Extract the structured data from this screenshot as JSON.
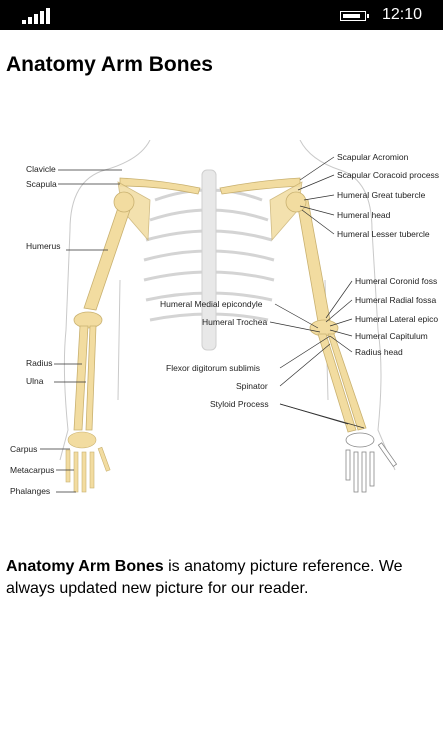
{
  "status_bar": {
    "time": "12:10",
    "signal_icon": "signal-strength-icon",
    "battery_icon": "battery-icon"
  },
  "page": {
    "title": "Anatomy Arm Bones"
  },
  "figure": {
    "labels": {
      "clavicle": "Clavicle",
      "scapula": "Scapula",
      "humerus": "Humerus",
      "radius": "Radius",
      "ulna": "Ulna",
      "carpus": "Carpus",
      "metacarpus": "Metacarpus",
      "phalanges": "Phalanges",
      "scapular_acromion": "Scapular Acromion",
      "scapular_coracoid": "Scapular Coracoid process",
      "humeral_great_tubercle": "Humeral Great tubercle",
      "humeral_head": "Humeral head",
      "humeral_lesser_tubercle": "Humeral Lesser tubercle",
      "humeral_coronid_fossa": "Humeral Coronid foss",
      "humeral_radial_fossa": "Humeral Radial fossa",
      "humeral_lateral_epico": "Humeral Lateral epico",
      "humeral_capitulum": "Humeral Capitulum",
      "radius_head": "Radius head",
      "humeral_medial_epicondyle": "Humeral Medial epicondyle",
      "humeral_trochea": "Humeral Trochea",
      "flexor_digitorum": "Flexor digitorum sublimis",
      "spinator": "Spinator",
      "styloid_process": "Styloid Process"
    }
  },
  "description": {
    "bold": "Anatomy Arm Bones",
    "rest": " is anatomy picture reference. We always updated new picture for our reader."
  }
}
